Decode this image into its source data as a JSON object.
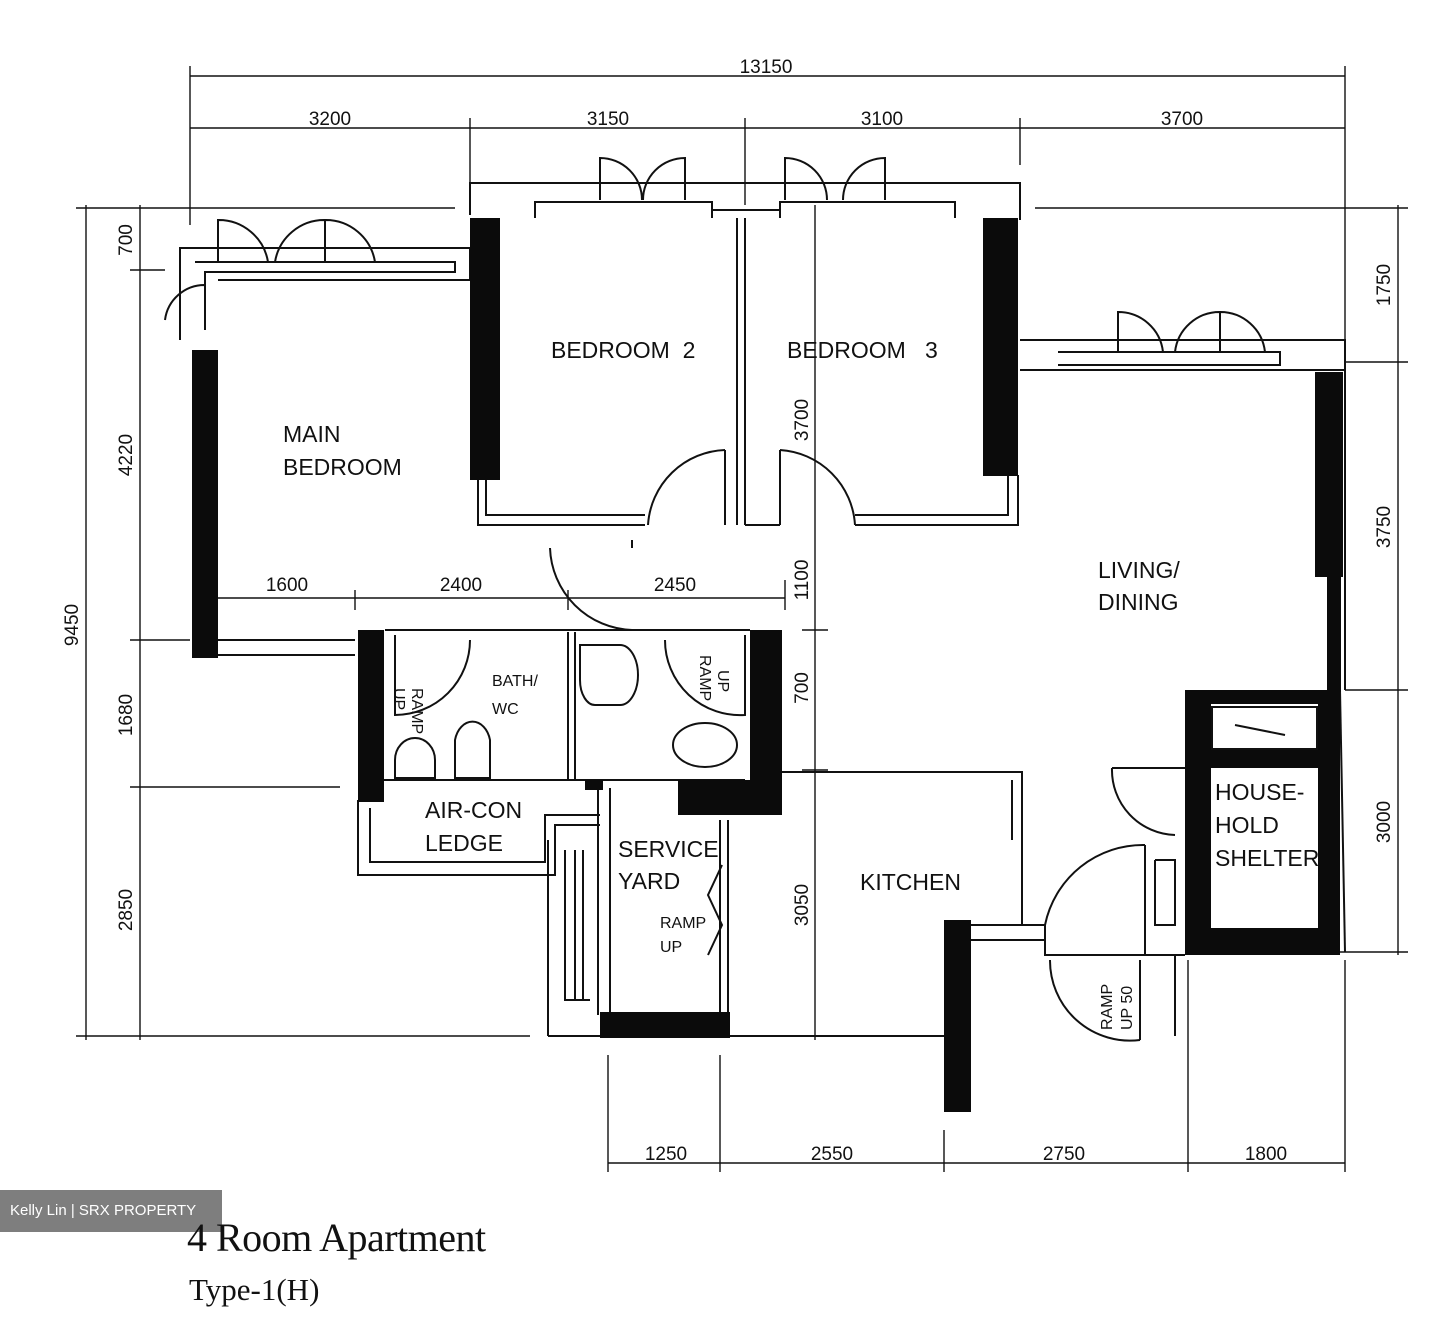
{
  "dimensions": {
    "top_overall": "13150",
    "top": [
      "3200",
      "3150",
      "3100",
      "3700"
    ],
    "bottom": [
      "1250",
      "2550",
      "2750",
      "1800"
    ],
    "left_overall": "9450",
    "left": [
      "700",
      "4220",
      "1680",
      "2850"
    ],
    "right": [
      "1750",
      "3750",
      "3000"
    ],
    "interior_horizontal": [
      "1600",
      "2400",
      "2450"
    ],
    "interior_vertical": [
      "3700",
      "1100",
      "700",
      "3050"
    ]
  },
  "rooms": {
    "main_bedroom": [
      "MAIN",
      "BEDROOM"
    ],
    "bedroom_2": "BEDROOM  2",
    "bedroom_3": "BEDROOM   3",
    "living_dining": [
      "LIVING/",
      "DINING"
    ],
    "bath_wc": [
      "BATH/",
      "WC"
    ],
    "air_con_ledge": [
      "AIR-CON",
      "LEDGE"
    ],
    "service_yard": [
      "SERVICE",
      "YARD"
    ],
    "kitchen": "KITCHEN",
    "household_shelter": [
      "HOUSE-",
      "HOLD",
      "SHELTER"
    ]
  },
  "ramps": {
    "ramp_up_1": [
      "RAMP",
      "UP"
    ],
    "ramp_up_2": [
      "RAMP",
      "UP"
    ],
    "ramp_up_yard": [
      "RAMP",
      "UP"
    ],
    "ramp_up_50": [
      "RAMP",
      "UP 50"
    ]
  },
  "watermark": "Kelly Lin | SRX PROPERTY",
  "title": "4 Room Apartment",
  "subtitle": "Type-1(H)"
}
